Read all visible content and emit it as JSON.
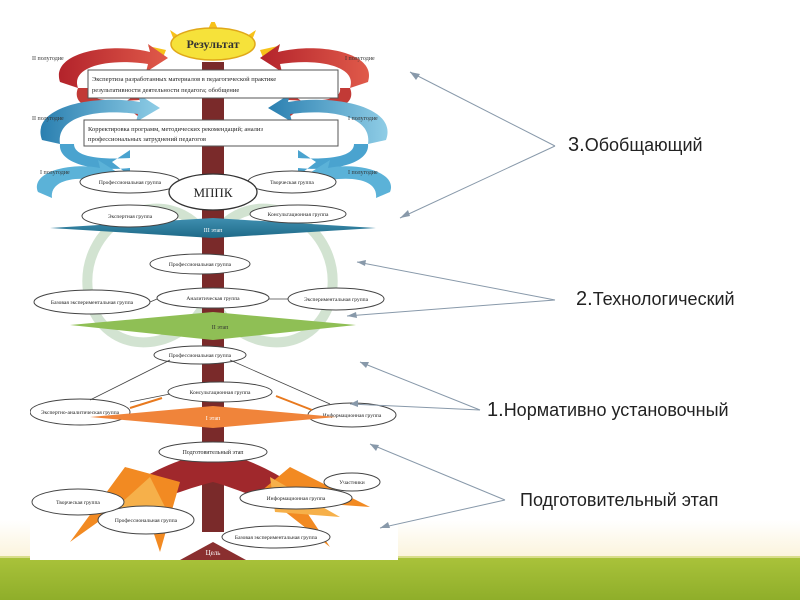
{
  "diagram": {
    "result": "Результат",
    "goal": "Цель",
    "center": "МППК",
    "info_box_1": {
      "line1": "Экспертиза разработанных материалов в педагогической практике",
      "line2": "результативности деятельности педагога; обобщение"
    },
    "info_box_2": {
      "line1": "Корректировка программ, методических рекомендаций; анализ",
      "line2": "профессиональных затруднений педагогов"
    },
    "arrow_labels": {
      "left_top": "II полугодие",
      "right_top": "I полугодие",
      "left_mid": "II полугодие",
      "right_mid": "I полугодие",
      "left_low": "I полугодие",
      "right_low": "I полугодие"
    },
    "band_labels": {
      "band_3": "III этап",
      "band_2": "II этап",
      "band_1": "I этап"
    },
    "ellipses_stage3": [
      "Профессиональная группа",
      "Творческая группа",
      "Экспертная группа",
      "Консультационная группа"
    ],
    "ellipses_stage2": [
      "Профессиональная группа",
      "Базовая экспериментальная группа",
      "Аналитическая группа",
      "Экспериментальная группа"
    ],
    "ellipses_stage1": [
      "Профессиональная группа",
      "Консультационная группа",
      "Экспертно-аналитическая группа",
      "Информационная группа"
    ],
    "ellipses_prep": [
      "Подготовительный этап",
      "Участники",
      "Информационная группа",
      "Профессиональная группа",
      "Творческая группа",
      "Базовая экспериментальная группа"
    ]
  },
  "stages": {
    "stage3": {
      "num": "3.",
      "label": "Обобщающий"
    },
    "stage2": {
      "num": "2.",
      "label": "Технологический"
    },
    "stage1": {
      "num": "1.",
      "label": "Нормативно установочный"
    },
    "prep": {
      "label": "Подготовительный этап"
    }
  }
}
